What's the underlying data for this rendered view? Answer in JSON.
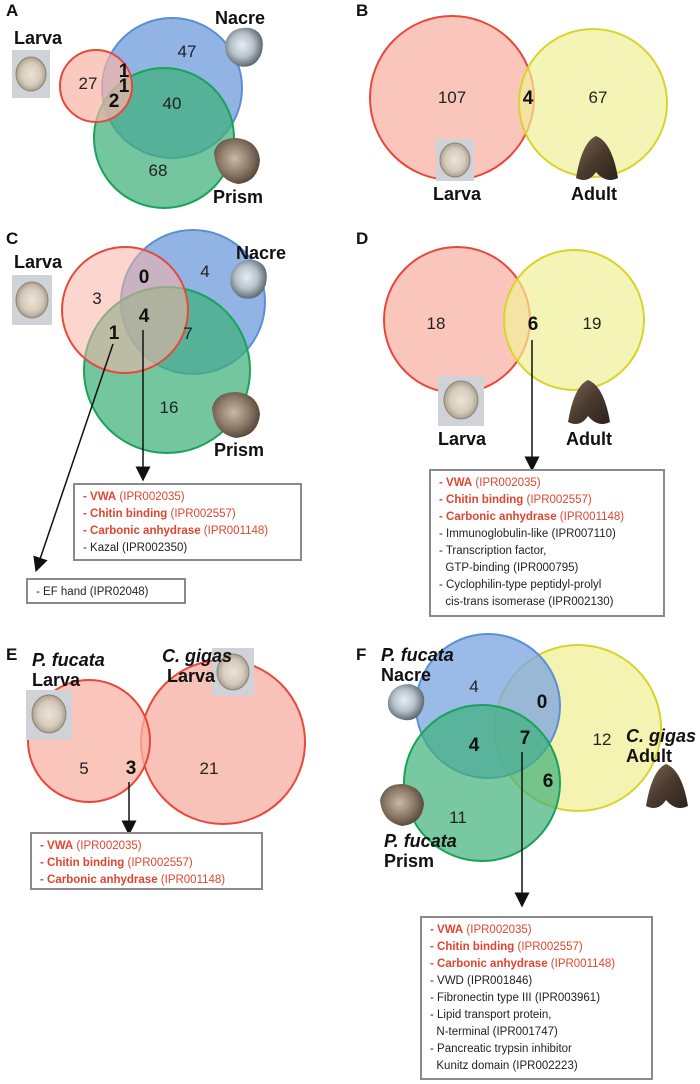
{
  "colors": {
    "larva_fill": "#f8b3a6",
    "larva_stroke": "#e8473a",
    "nacre_fill": "#7ea7e0",
    "nacre_stroke": "#5a8fd6",
    "prism_fill": "#3fb07a",
    "prism_stroke": "#18a35a",
    "adult_fill": "#f1ef98",
    "adult_stroke": "#d9d32a",
    "highlight_text": "#e0452f"
  },
  "icons": [
    "larva-photo",
    "nacre-shell-photo",
    "prism-shell-photo",
    "adult-oyster-photo"
  ],
  "panels": {
    "A": {
      "letter": "A",
      "labels": {
        "larva": "Larva",
        "nacre": "Nacre",
        "prism": "Prism"
      },
      "counts": {
        "larva_only": "27",
        "nacre_only": "47",
        "prism_only": "68",
        "larva_nacre": "1",
        "larva_nacre_prism": "1",
        "larva_prism": "2",
        "nacre_prism": "40"
      }
    },
    "B": {
      "letter": "B",
      "labels": {
        "larva": "Larva",
        "adult": "Adult"
      },
      "counts": {
        "larva_only": "107",
        "shared": "4",
        "adult_only": "67"
      }
    },
    "C": {
      "letter": "C",
      "labels": {
        "larva": "Larva",
        "nacre": "Nacre",
        "prism": "Prism"
      },
      "counts": {
        "larva_only": "3",
        "nacre_only": "4",
        "prism_only": "16",
        "larva_nacre": "0",
        "all_three": "4",
        "larva_prism": "1",
        "nacre_prism": "7"
      },
      "box_main": [
        {
          "name": "- VWA",
          "id": " (IPR002035)",
          "highlight": true
        },
        {
          "name": "- Chitin binding",
          "id": " (IPR002557)",
          "highlight": true
        },
        {
          "name": "- Carbonic anhydrase",
          "id": " (IPR001148)",
          "highlight": true
        },
        {
          "name": "- Kazal (IPR002350)",
          "id": "",
          "highlight": false
        }
      ],
      "box_small": [
        {
          "name": "- EF hand (IPR02048)",
          "id": "",
          "highlight": false
        }
      ]
    },
    "D": {
      "letter": "D",
      "labels": {
        "larva": "Larva",
        "adult": "Adult"
      },
      "counts": {
        "larva_only": "18",
        "shared": "6",
        "adult_only": "19"
      },
      "box": [
        {
          "name": "- VWA",
          "id": " (IPR002035)",
          "highlight": true
        },
        {
          "name": "- Chitin binding",
          "id": " (IPR002557)",
          "highlight": true
        },
        {
          "name": "- Carbonic anhydrase",
          "id": " (IPR001148)",
          "highlight": true
        },
        {
          "name": "- Immunoglobulin-like (IPR007110)",
          "id": "",
          "highlight": false
        },
        {
          "name": "- Transcription factor,",
          "id": "",
          "highlight": false
        },
        {
          "name": "  GTP-binding (IPR000795)",
          "id": "",
          "highlight": false
        },
        {
          "name": "- Cyclophilin-type peptidyl-prolyl",
          "id": "",
          "highlight": false
        },
        {
          "name": "  cis-trans isomerase (IPR002130)",
          "id": "",
          "highlight": false
        }
      ]
    },
    "E": {
      "letter": "E",
      "labels": {
        "pf_species": "P. fucata",
        "pf_stage": "Larva",
        "cg_species": "C. gigas",
        "cg_stage": "Larva"
      },
      "counts": {
        "pf_only": "5",
        "shared": "3",
        "cg_only": "21"
      },
      "box": [
        {
          "name": "- VWA",
          "id": " (IPR002035)",
          "highlight": true
        },
        {
          "name": "- Chitin binding",
          "id": " (IPR002557)",
          "highlight": true
        },
        {
          "name": "- Carbonic anhydrase",
          "id": " (IPR001148)",
          "highlight": true
        }
      ]
    },
    "F": {
      "letter": "F",
      "labels": {
        "nacre_species": "P. fucata",
        "nacre_stage": "Nacre",
        "prism_species": "P. fucata",
        "prism_stage": "Prism",
        "adult_species": "C. gigas",
        "adult_stage": "Adult"
      },
      "counts": {
        "nacre_only": "4",
        "nacre_adult": "0",
        "adult_only": "12",
        "nacre_prism": "4",
        "all_three": "7",
        "prism_adult": "6",
        "prism_only": "11"
      },
      "box": [
        {
          "name": "- VWA",
          "id": " (IPR002035)",
          "highlight": true
        },
        {
          "name": "- Chitin binding",
          "id": " (IPR002557)",
          "highlight": true
        },
        {
          "name": "- Carbonic anhydrase",
          "id": " (IPR001148)",
          "highlight": true
        },
        {
          "name": "- VWD (IPR001846)",
          "id": "",
          "highlight": false
        },
        {
          "name": "- Fibronectin type III (IPR003961)",
          "id": "",
          "highlight": false
        },
        {
          "name": "- Lipid transport protein,",
          "id": "",
          "highlight": false
        },
        {
          "name": "  N-terminal (IPR001747)",
          "id": "",
          "highlight": false
        },
        {
          "name": "- Pancreatic trypsin inhibitor",
          "id": "",
          "highlight": false
        },
        {
          "name": "  Kunitz domain (IPR002223)",
          "id": "",
          "highlight": false
        }
      ]
    }
  }
}
